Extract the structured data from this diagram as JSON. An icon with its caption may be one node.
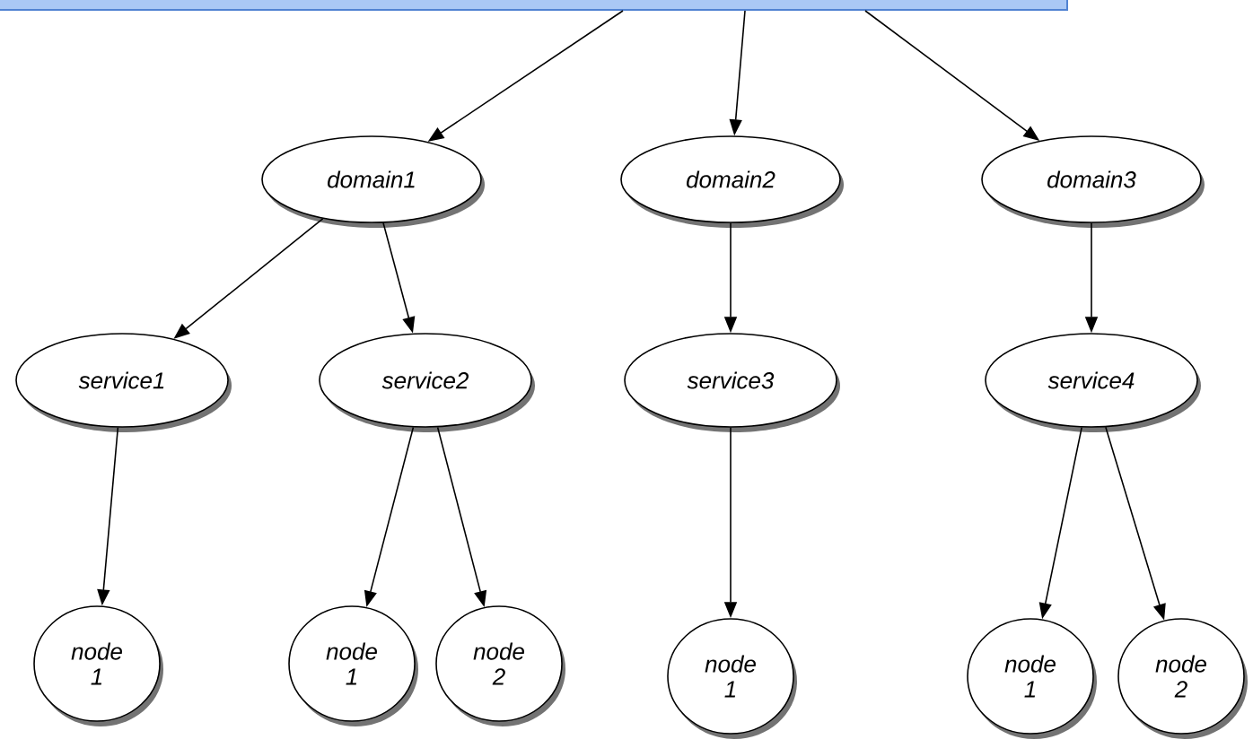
{
  "diagram": {
    "nodes": [
      {
        "text": [],
        "shape": "box"
      },
      {
        "text": [
          "domain1"
        ]
      },
      {
        "text": [
          "domain2"
        ]
      },
      {
        "text": [
          "domain3"
        ]
      },
      {
        "text": [
          "service1"
        ]
      },
      {
        "text": [
          "service2"
        ]
      },
      {
        "text": [
          "service3"
        ]
      },
      {
        "text": [
          "service4"
        ]
      },
      {
        "text": [
          "node 1"
        ]
      },
      {
        "text": [
          "node 1"
        ]
      },
      {
        "text": [
          "node 2"
        ]
      },
      {
        "text": [
          "node 1"
        ]
      },
      {
        "text": [
          "node 1"
        ]
      },
      {
        "text": [
          "node 2"
        ]
      }
    ],
    "edges": [
      {
        "from": 0,
        "to": 1,
        "arrow": "to"
      },
      {
        "from": 0,
        "to": 2,
        "arrow": "to"
      },
      {
        "from": 0,
        "to": 3,
        "arrow": "to"
      },
      {
        "from": 1,
        "to": 4,
        "arrow": "to"
      },
      {
        "from": 1,
        "to": 5,
        "arrow": "to"
      },
      {
        "from": 2,
        "to": 6,
        "arrow": "to"
      },
      {
        "from": 3,
        "to": 7,
        "arrow": "to"
      },
      {
        "from": 4,
        "to": 8,
        "arrow": "to"
      },
      {
        "from": 5,
        "to": 9,
        "arrow": "to"
      },
      {
        "from": 5,
        "to": 10,
        "arrow": "to"
      },
      {
        "from": 6,
        "to": 11,
        "arrow": "to"
      },
      {
        "from": 7,
        "to": 12,
        "arrow": "to"
      },
      {
        "from": 7,
        "to": 13,
        "arrow": "to"
      }
    ]
  }
}
